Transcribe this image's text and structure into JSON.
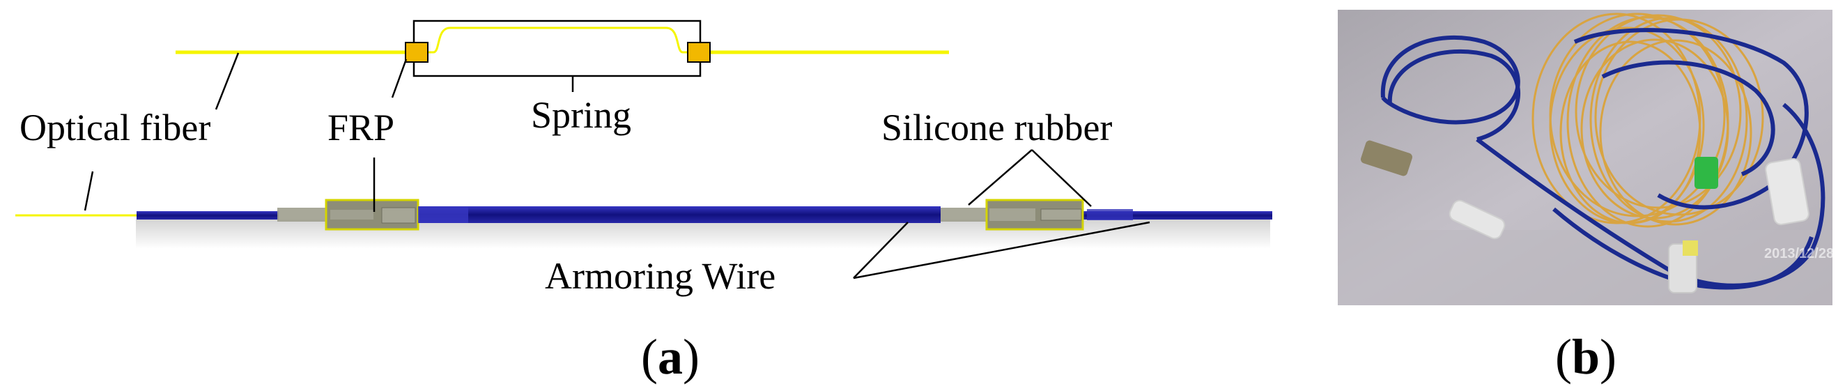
{
  "labels": {
    "optical_fiber": "Optical fiber",
    "frp": "FRP",
    "spring": "Spring",
    "silicone_rubber": "Silicone rubber",
    "armoring_wire": "Armoring Wire"
  },
  "panels": {
    "a": {
      "open": "(",
      "letter": "a",
      "close": ")"
    },
    "b": {
      "open": "(",
      "letter": "b",
      "close": ")"
    }
  },
  "photo_watermark": "2013/12/28",
  "colors": {
    "optical_fiber": "#f5f500",
    "frp": "#f2b800",
    "armor_blue": "#1a1a9e",
    "silicone_gray": "#9e9e8e",
    "frp_gray": "#8d8d78",
    "frp_outline": "#d4d400",
    "orange_fiber": "#d9a441"
  }
}
